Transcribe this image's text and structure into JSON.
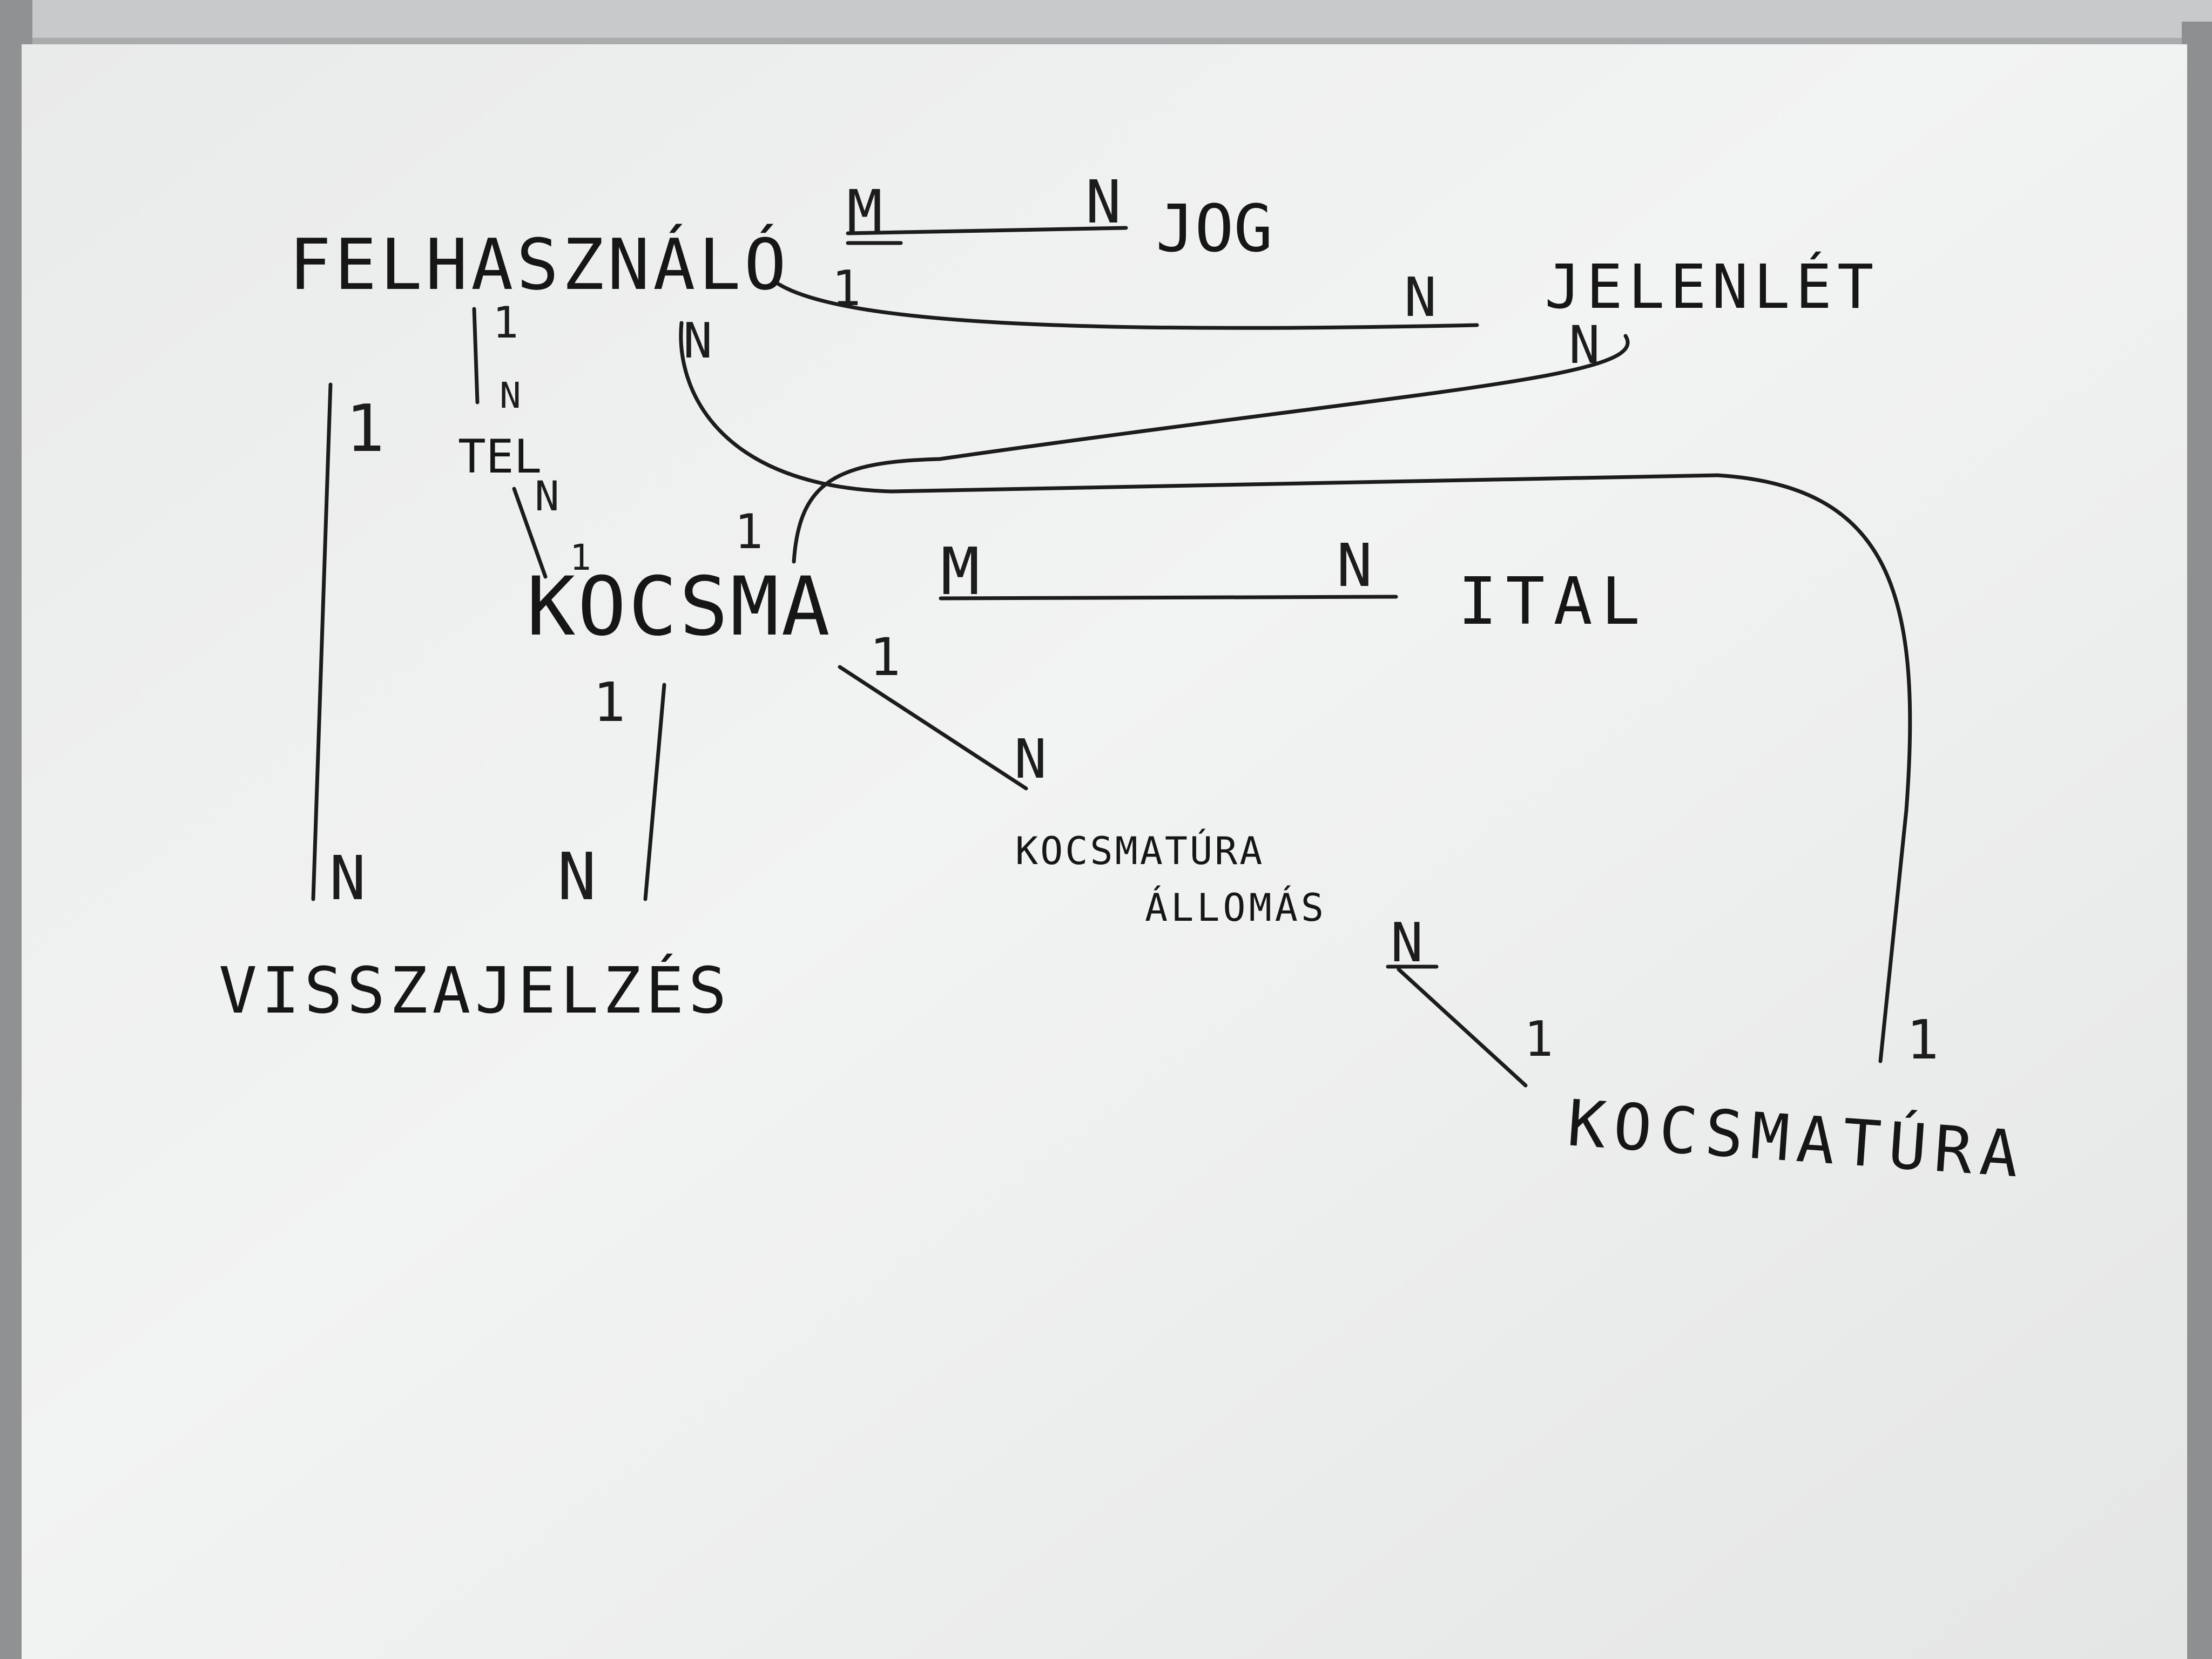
{
  "diagram": {
    "entities": {
      "felhasznalo": "FELHASZNÁLÓ",
      "jog": "JOG",
      "jelenlet": "JELENLÉT",
      "tel": "TEL",
      "kocsma": "KOCSMA",
      "ital": "ITAL",
      "kocsmatura_allomas_line1": "KOCSMATÚRA",
      "kocsmatura_allomas_line2": "ÁLLOMÁS",
      "visszajelzes": "VISSZAJELZÉS",
      "kocsmatura": "KOCSMATÚRA"
    },
    "cardinalities": {
      "felh_jog_m": "M",
      "felh_jog_n": "N",
      "felh_jel_1": "1",
      "felh_jel_n": "N",
      "felh_tel_1": "1",
      "felh_tel_n": "N",
      "tel_kocsma_n": "N",
      "tel_kocsma_1": "1",
      "felh_vissza_1": "1",
      "felh_vissza_n": "N",
      "felh_tura_n": "N",
      "jel_kocsma_n": "N",
      "jel_kocsma_1": "1",
      "kocsma_ital_m": "M",
      "kocsma_ital_n": "N",
      "kocsma_vissza_1": "1",
      "kocsma_vissza_n": "N",
      "kocsma_allomas_1": "1",
      "kocsma_allomas_n": "N",
      "allomas_tura_n": "N",
      "allomas_tura_1": "1",
      "tura_1": "1"
    }
  }
}
